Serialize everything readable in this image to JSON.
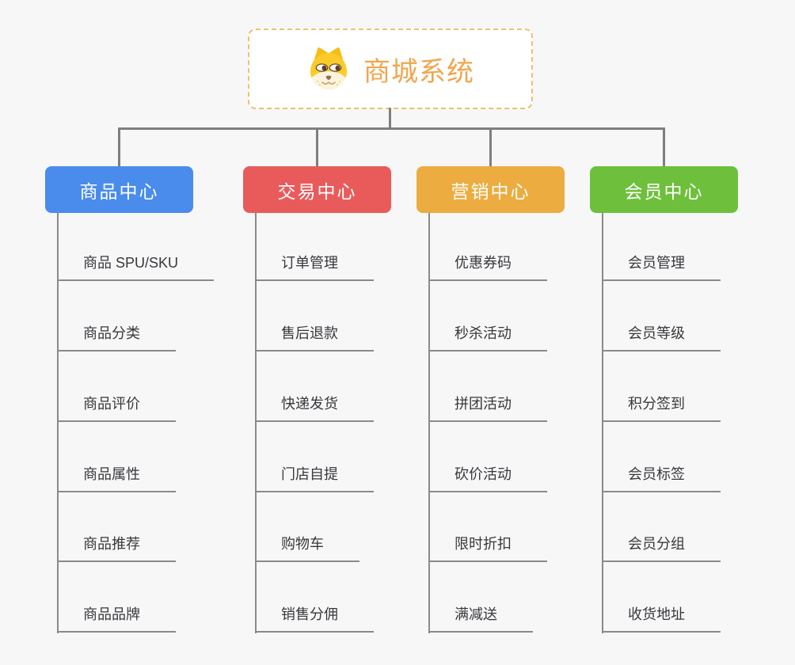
{
  "root": {
    "title": "商城系统",
    "title_color": "#F0A64E",
    "icon": "dog-face-icon",
    "border_color": "#F3BE6D"
  },
  "connector_color": "#7F7F7F",
  "branches": [
    {
      "label": "商品中心",
      "color": "#4A8CEC",
      "items": [
        "商品 SPU/SKU",
        "商品分类",
        "商品评价",
        "商品属性",
        "商品推荐",
        "商品品牌"
      ]
    },
    {
      "label": "交易中心",
      "color": "#E95B5B",
      "items": [
        "订单管理",
        "售后退款",
        "快递发货",
        "门店自提",
        "购物车",
        "销售分佣"
      ]
    },
    {
      "label": "营销中心",
      "color": "#ECAC40",
      "items": [
        "优惠券码",
        "秒杀活动",
        "拼团活动",
        "砍价活动",
        "限时折扣",
        "满减送"
      ]
    },
    {
      "label": "会员中心",
      "color": "#6EC03C",
      "items": [
        "会员管理",
        "会员等级",
        "积分签到",
        "会员标签",
        "会员分组",
        "收货地址"
      ]
    }
  ]
}
